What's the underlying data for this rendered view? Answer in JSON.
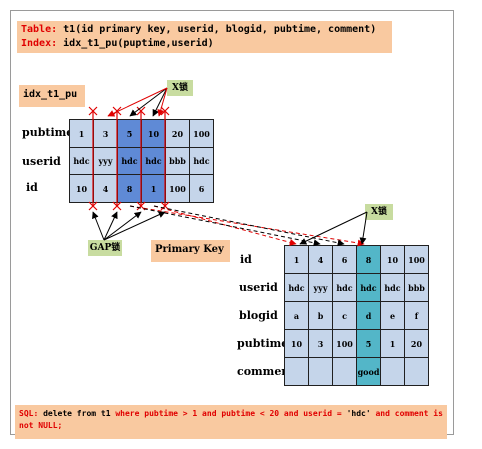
{
  "header": {
    "table_key": "Table:",
    "table_def": "t1(id primary key, userid, blogid, pubtime, comment)",
    "index_key": "Index:",
    "index_def": "idx_t1_pu(puptime,userid)"
  },
  "index_name": "idx_t1_pu",
  "x_lock_label": "X锁",
  "gap_lock_label": "GAP锁",
  "primary_key_label": "Primary Key",
  "index_rows": [
    {
      "label": "pubtime",
      "cells": [
        "1",
        "3",
        "5",
        "10",
        "20",
        "100"
      ]
    },
    {
      "label": "userid",
      "cells": [
        "hdc",
        "yyy",
        "hdc",
        "hdc",
        "bbb",
        "hdc"
      ]
    },
    {
      "label": "id",
      "cells": [
        "10",
        "4",
        "8",
        "1",
        "100",
        "6"
      ]
    }
  ],
  "pk_rows": [
    {
      "label": "id",
      "cells": [
        "1",
        "4",
        "6",
        "8",
        "10",
        "100"
      ]
    },
    {
      "label": "userid",
      "cells": [
        "hdc",
        "yyy",
        "hdc",
        "hdc",
        "hdc",
        "bbb"
      ]
    },
    {
      "label": "blogid",
      "cells": [
        "a",
        "b",
        "c",
        "d",
        "e",
        "f"
      ]
    },
    {
      "label": "pubtime",
      "cells": [
        "10",
        "3",
        "100",
        "5",
        "1",
        "20"
      ]
    },
    {
      "label": "comment",
      "cells": [
        "",
        "",
        "",
        "good",
        "",
        ""
      ]
    }
  ],
  "sql": {
    "prefix": "SQL:",
    "part1": "delete from t1",
    "part2": "where pubtime > 1 and pubtime < 20 and userid =",
    "part3": "'hdc'",
    "part4": "and comment is",
    "part5": "not NULL;"
  },
  "colors": {
    "header_bg": "#f9c9a0",
    "cell": "#c5d5ea",
    "locked_index": "#5f8ad6",
    "locked_pk": "#53b6c8",
    "label_bg": "#c8dca0",
    "lock_line": "#e00000"
  }
}
